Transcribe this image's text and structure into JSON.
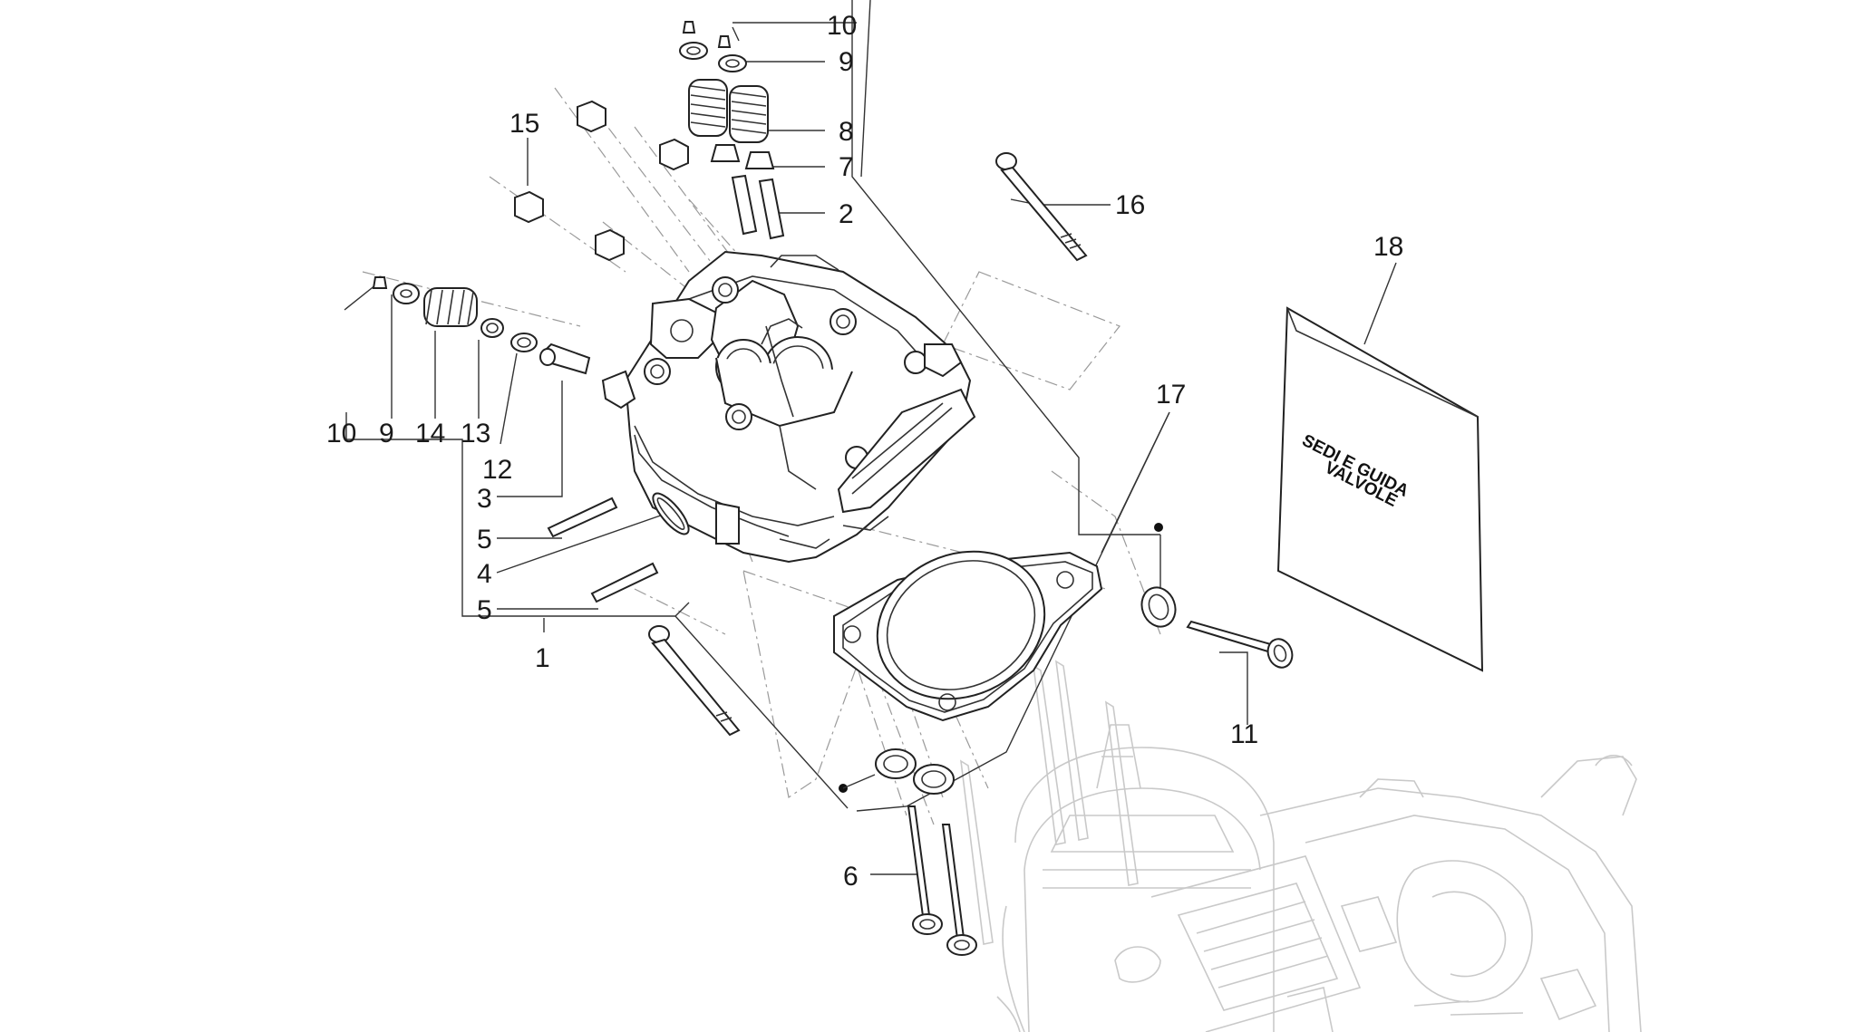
{
  "callouts": [
    {
      "id": "c10a",
      "text": "10"
    },
    {
      "id": "c9a",
      "text": "9"
    },
    {
      "id": "c8",
      "text": "8"
    },
    {
      "id": "c7",
      "text": "7"
    },
    {
      "id": "c2",
      "text": "2"
    },
    {
      "id": "c15",
      "text": "15"
    },
    {
      "id": "c16",
      "text": "16"
    },
    {
      "id": "c18",
      "text": "18"
    },
    {
      "id": "c17",
      "text": "17"
    },
    {
      "id": "c10b",
      "text": "10"
    },
    {
      "id": "c9b",
      "text": "9"
    },
    {
      "id": "c14",
      "text": "14"
    },
    {
      "id": "c13",
      "text": "13"
    },
    {
      "id": "c12",
      "text": "12"
    },
    {
      "id": "c3",
      "text": "3"
    },
    {
      "id": "c5a",
      "text": "5"
    },
    {
      "id": "c4",
      "text": "4"
    },
    {
      "id": "c5b",
      "text": "5"
    },
    {
      "id": "c1",
      "text": "1"
    },
    {
      "id": "c11",
      "text": "11"
    },
    {
      "id": "c6",
      "text": "6"
    }
  ],
  "bag_label": {
    "line1": "SEDI E GUIDA",
    "line2": "VALVOLE"
  }
}
